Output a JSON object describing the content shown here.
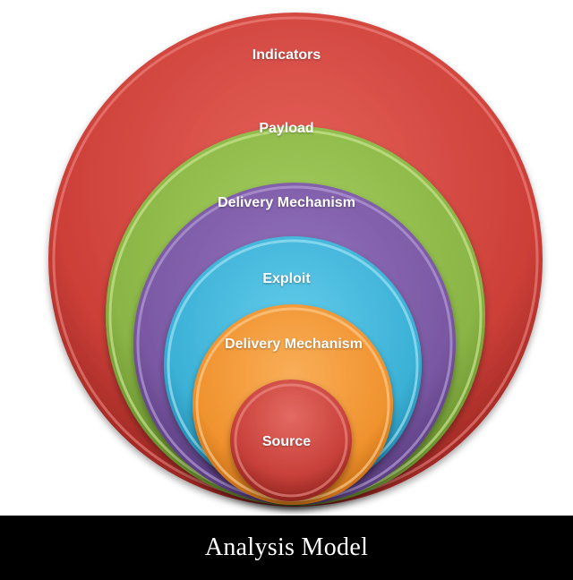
{
  "diagram": {
    "rings": [
      {
        "label": "Indicators",
        "color": "#c8403a"
      },
      {
        "label": "Payload",
        "color": "#8ab546"
      },
      {
        "label": "Delivery Mechanism",
        "color": "#7a58a3"
      },
      {
        "label": "Exploit",
        "color": "#3bb1d6"
      },
      {
        "label": "Delivery Mechanism",
        "color": "#f0922e"
      },
      {
        "label": "Source",
        "color": "#c8403a"
      }
    ]
  },
  "caption": "Analysis Model"
}
